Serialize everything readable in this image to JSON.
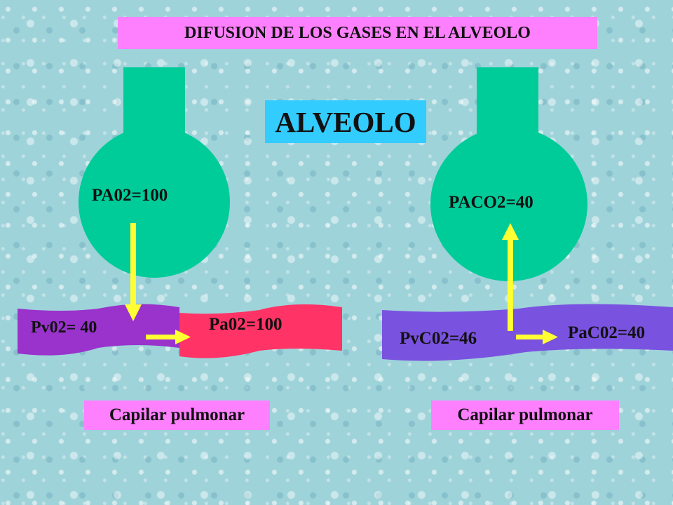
{
  "title": "DIFUSION DE LOS GASES EN EL ALVEOLO",
  "alveolo_label": "ALVEOLO",
  "left": {
    "alveolar_value": "PA02=100",
    "venous_value": "Pv02= 40",
    "arterial_value": "Pa02=100",
    "capillary_label": "Capilar pulmonar"
  },
  "right": {
    "alveolar_value": "PACO2=40",
    "venous_value": "PvC02=46",
    "arterial_value": "PaC02=40",
    "capillary_label": "Capilar pulmonar"
  },
  "colors": {
    "alveolus": "#00cc99",
    "venous_left": "#9933cc",
    "arterial_left": "#ff3366",
    "capillary_right": "#7a52e0",
    "arrow": "#ffff33",
    "label_bg": "#ff80ff",
    "alveolo_bg": "#33ccff"
  }
}
